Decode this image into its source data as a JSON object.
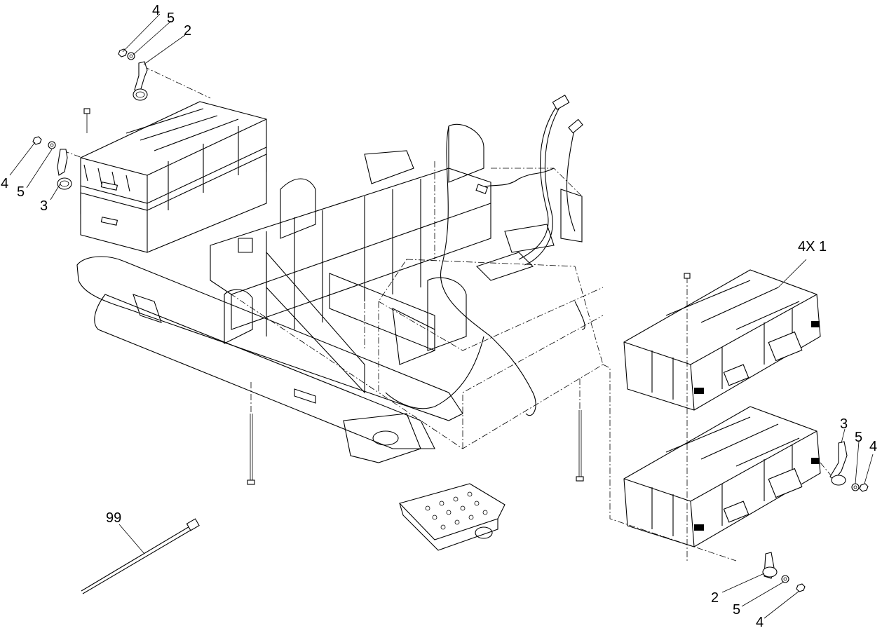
{
  "callouts": {
    "top_nut": "4",
    "top_washer": "5",
    "top_cable": "2",
    "left_nut": "4",
    "left_washer": "5",
    "left_cable": "3",
    "battery_qty": "4X 1",
    "right_cable": "3",
    "right_washer": "5",
    "right_nut": "4",
    "bottom_cable": "2",
    "bottom_washer": "5",
    "bottom_nut": "4",
    "cable_tie": "99"
  },
  "colors": {
    "line": "#000000",
    "background": "#ffffff"
  }
}
